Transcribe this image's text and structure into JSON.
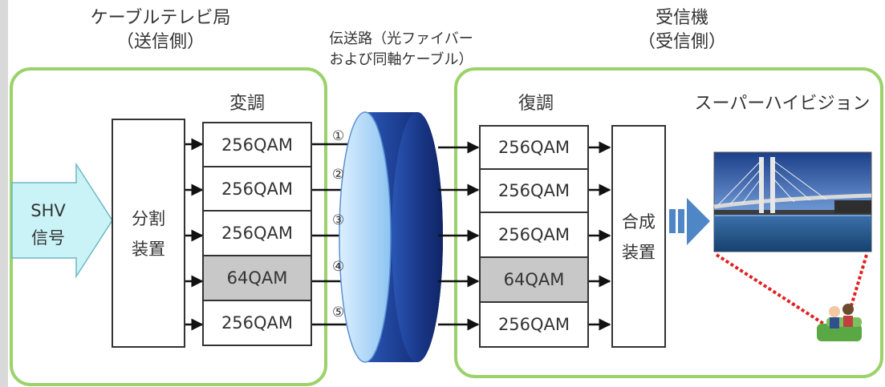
{
  "sender": {
    "title_line1": "ケーブルテレビ局",
    "title_line2": "（送信側）",
    "input_label_line1": "SHV",
    "input_label_line2": "信号",
    "splitter_line1": "分割",
    "splitter_line2": "装置",
    "modulation_label": "変調",
    "modulators": [
      "256QAM",
      "256QAM",
      "256QAM",
      "64QAM",
      "256QAM"
    ]
  },
  "transmission": {
    "line1": "伝送路（光ファイバー",
    "line2": "および同軸ケーブル）",
    "channels": [
      "①",
      "②",
      "③",
      "④",
      "⑤"
    ]
  },
  "receiver": {
    "title_line1": "受信機",
    "title_line2": "（受信側）",
    "demodulation_label": "復調",
    "demodulators": [
      "256QAM",
      "256QAM",
      "256QAM",
      "64QAM",
      "256QAM"
    ],
    "combiner_line1": "合成",
    "combiner_line2": "装置",
    "display_label": "スーパーハイビジョン"
  },
  "colors": {
    "group_border": "#9bd26a",
    "cable": "#1d3b8f",
    "input_arrow": "#c9f3f7",
    "output_arrow": "#4f86c6",
    "gray_box": "#c8c8c8",
    "sight_lines": "#e02020"
  }
}
